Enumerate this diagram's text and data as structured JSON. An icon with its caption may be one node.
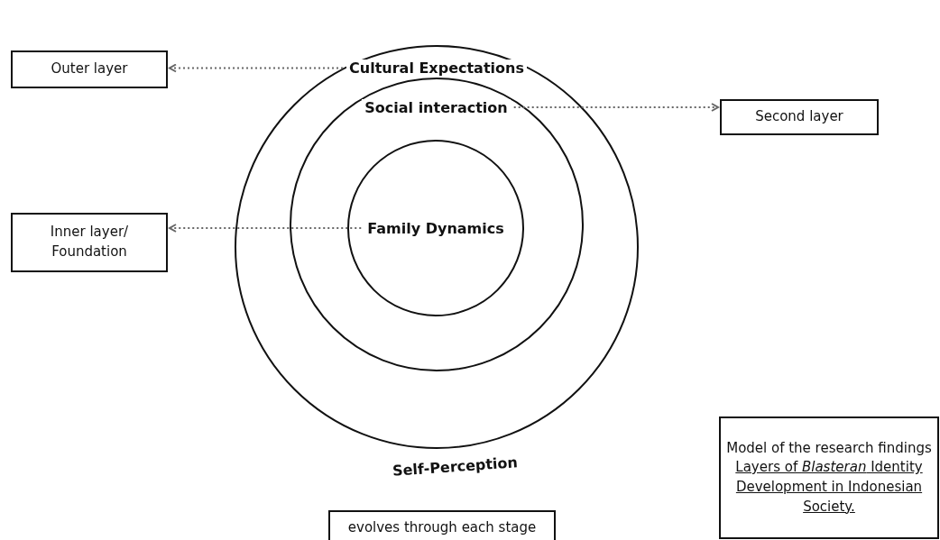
{
  "diagram": {
    "nodes": [
      {
        "text": [
          "Cultural Expectations"
        ]
      },
      {
        "text": [
          "Social interaction"
        ],
        "in": 0
      },
      {
        "text": [
          "Family Dynamics"
        ],
        "in": 1
      },
      {
        "text": [
          "Outer layer"
        ]
      },
      {
        "text": [
          "Second layer"
        ]
      },
      {
        "text": [
          "Inner layer/ Foundation"
        ]
      },
      {
        "text": [
          "evolves through each stage"
        ]
      },
      {
        "text": [
          "Model of the research findings",
          "Layers of *Blasteran* Identity Development in Indonesian Society."
        ]
      }
    ],
    "edges": [
      {
        "from": 0,
        "to": 3,
        "arrow": "to",
        "style": "dashed"
      },
      {
        "from": 1,
        "to": 4,
        "arrow": "to",
        "style": "dashed"
      },
      {
        "from": 2,
        "to": 5,
        "arrow": "to",
        "style": "dashed"
      }
    ],
    "labels": [
      "Self-Perception"
    ]
  }
}
